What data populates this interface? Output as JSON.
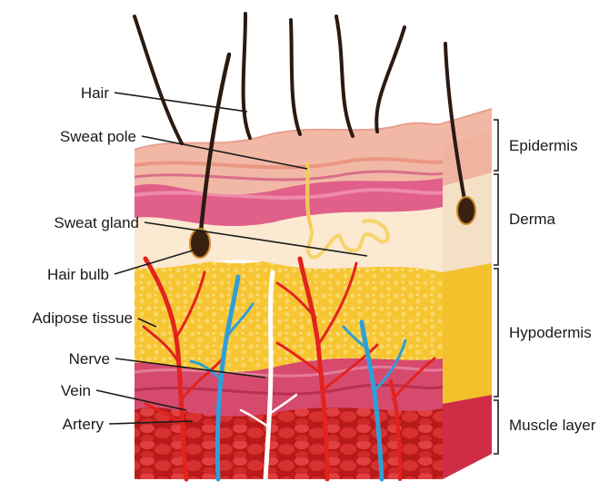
{
  "labels": {
    "hair": "Hair",
    "sweat_pole": "Sweat pole",
    "sweat_gland": "Sweat gland",
    "hair_bulb": "Hair bulb",
    "adipose_tissue": "Adipose tissue",
    "nerve": "Nerve",
    "vein": "Vein",
    "artery": "Artery"
  },
  "layers": {
    "epidermis": "Epidermis",
    "derma": "Derma",
    "hypodermis": "Hypodermis",
    "muscle_layer": "Muscle layer"
  },
  "colors": {
    "epidermis": "#f2b8a6",
    "derma_pink": "#e0608a",
    "derma_cream": "#fbe9d2",
    "hypodermis": "#f6c531",
    "muscle_pink": "#d64a6e",
    "muscle_red": "#cc2222",
    "artery": "#e3231d",
    "vein": "#2f9fd8",
    "nerve": "#ffffff",
    "hair": "#2a1a12",
    "sweat_gland": "#f5d46a"
  }
}
